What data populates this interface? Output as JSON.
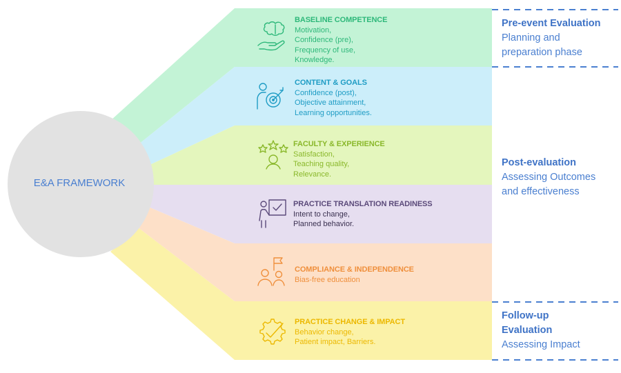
{
  "center": {
    "label": "E&A FRAMEWORK"
  },
  "bands": [
    {
      "title": "BASELINE COMPETENCE",
      "items": [
        "Motivation,",
        "Confidence (pre),",
        "Frequency of use,",
        "Knowledge."
      ],
      "color": "#2eb87a",
      "fill": "#c3f3d6",
      "icon": "brain-hand-icon"
    },
    {
      "title": "CONTENT & GOALS",
      "items": [
        "Confidence (post),",
        "Objective attainment,",
        "Learning opportunities."
      ],
      "color": "#1e9cc4",
      "fill": "#cceefa",
      "icon": "person-target-icon"
    },
    {
      "title": "FACULTY & EXPERIENCE",
      "items": [
        "Satisfaction,",
        "Teaching quality,",
        "Relevance."
      ],
      "color": "#8ab82b",
      "fill": "#e4f6bd",
      "icon": "stars-person-icon"
    },
    {
      "title": "PRACTICE TRANSLATION READINESS",
      "items": [
        "Intent to change,",
        "Planned behavior."
      ],
      "color": "#5b4a7a",
      "fill": "#e6def0",
      "icon": "presenter-board-icon"
    },
    {
      "title": "COMPLIANCE & INDEPENDENCE",
      "items": [
        "Bias-free education"
      ],
      "color": "#ef8f3c",
      "fill": "#fde0c8",
      "icon": "people-flag-icon"
    },
    {
      "title": "PRACTICE CHANGE & IMPACT",
      "items": [
        "Behavior change,",
        "Patient impact, Barriers."
      ],
      "color": "#ecb800",
      "fill": "#fbf2a8",
      "icon": "gear-check-icon"
    }
  ],
  "phases": [
    {
      "title": "Pre-event Evaluation",
      "subtitle_lines": [
        "Planning and",
        "preparation phase"
      ]
    },
    {
      "title": "Post-evaluation",
      "subtitle_lines": [
        "Assessing Outcomes",
        "and effectiveness"
      ]
    },
    {
      "title_lines": [
        "Follow-up",
        "Evaluation"
      ],
      "subtitle_lines": [
        "Assessing Impact"
      ]
    }
  ],
  "colors": {
    "circle": "#e2e2e2",
    "phase_text": "#4a7fd0",
    "divider": "#4a7fd0"
  }
}
